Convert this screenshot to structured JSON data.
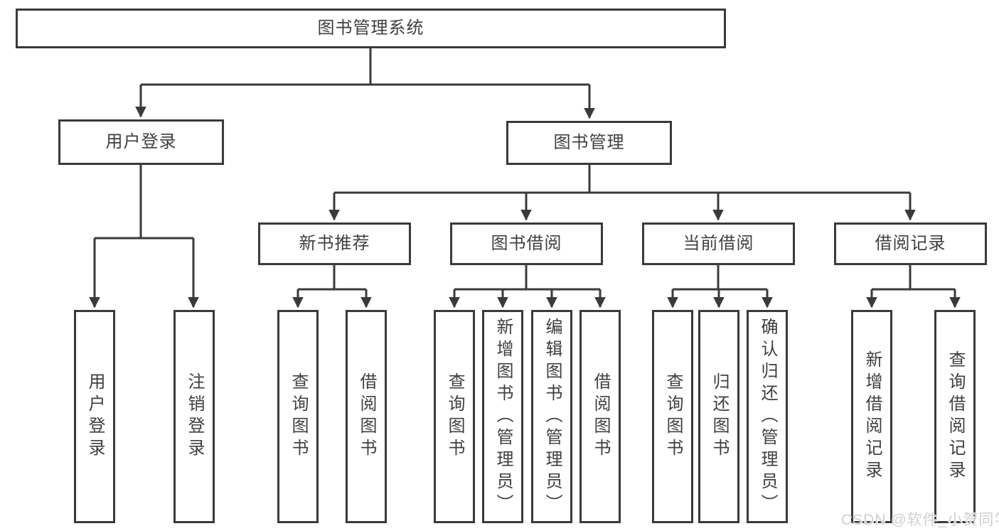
{
  "tree": {
    "root": {
      "label": "图书管理系统"
    },
    "user_login": {
      "label": "用户登录",
      "children": [
        {
          "label": "用户登录"
        },
        {
          "label": "注销登录"
        }
      ]
    },
    "book_management": {
      "label": "图书管理",
      "sections": [
        {
          "label": "新书推荐",
          "children": [
            {
              "label": "查询图书"
            },
            {
              "label": "借阅图书"
            }
          ]
        },
        {
          "label": "图书借阅",
          "children": [
            {
              "label": "查询图书"
            },
            {
              "label": "新增图书（管理员）"
            },
            {
              "label": "编辑图书（管理员）"
            },
            {
              "label": "借阅图书"
            }
          ]
        },
        {
          "label": "当前借阅",
          "children": [
            {
              "label": "查询图书"
            },
            {
              "label": "归还图书"
            },
            {
              "label": "确认归还（管理员）"
            }
          ]
        },
        {
          "label": "借阅记录",
          "children": [
            {
              "label": "新增借阅记录"
            },
            {
              "label": "查询借阅记录"
            }
          ]
        }
      ]
    }
  },
  "watermark": "CSDN @软件_小贺同学",
  "colors": {
    "line": "#3a3a3c",
    "text": "#3f3f42",
    "background": "#ffffff"
  }
}
